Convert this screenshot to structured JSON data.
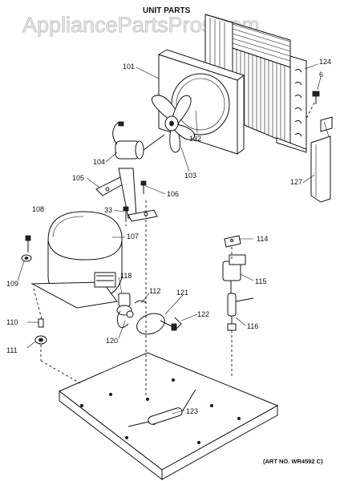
{
  "watermark": "AppliancePartsPros.com",
  "title": "UNIT PARTS",
  "art_number": "(ART NO. WR4592 C)",
  "callouts": [
    {
      "id": "c101",
      "label": "101"
    },
    {
      "id": "c124",
      "label": "124"
    },
    {
      "id": "c6",
      "label": "6"
    },
    {
      "id": "c132",
      "label": "132"
    },
    {
      "id": "c104",
      "label": "104"
    },
    {
      "id": "c103",
      "label": "103"
    },
    {
      "id": "c105",
      "label": "105"
    },
    {
      "id": "c106",
      "label": "106"
    },
    {
      "id": "c127",
      "label": "127"
    },
    {
      "id": "c33",
      "label": "33"
    },
    {
      "id": "c108",
      "label": "108"
    },
    {
      "id": "c107",
      "label": "107"
    },
    {
      "id": "c114",
      "label": "114"
    },
    {
      "id": "c109",
      "label": "109"
    },
    {
      "id": "c118",
      "label": "118"
    },
    {
      "id": "c115",
      "label": "115"
    },
    {
      "id": "c112",
      "label": "112"
    },
    {
      "id": "c121",
      "label": "121"
    },
    {
      "id": "c110",
      "label": "110"
    },
    {
      "id": "c122",
      "label": "122"
    },
    {
      "id": "c116",
      "label": "116"
    },
    {
      "id": "c120",
      "label": "120"
    },
    {
      "id": "c111",
      "label": "111"
    },
    {
      "id": "c123",
      "label": "123"
    }
  ]
}
